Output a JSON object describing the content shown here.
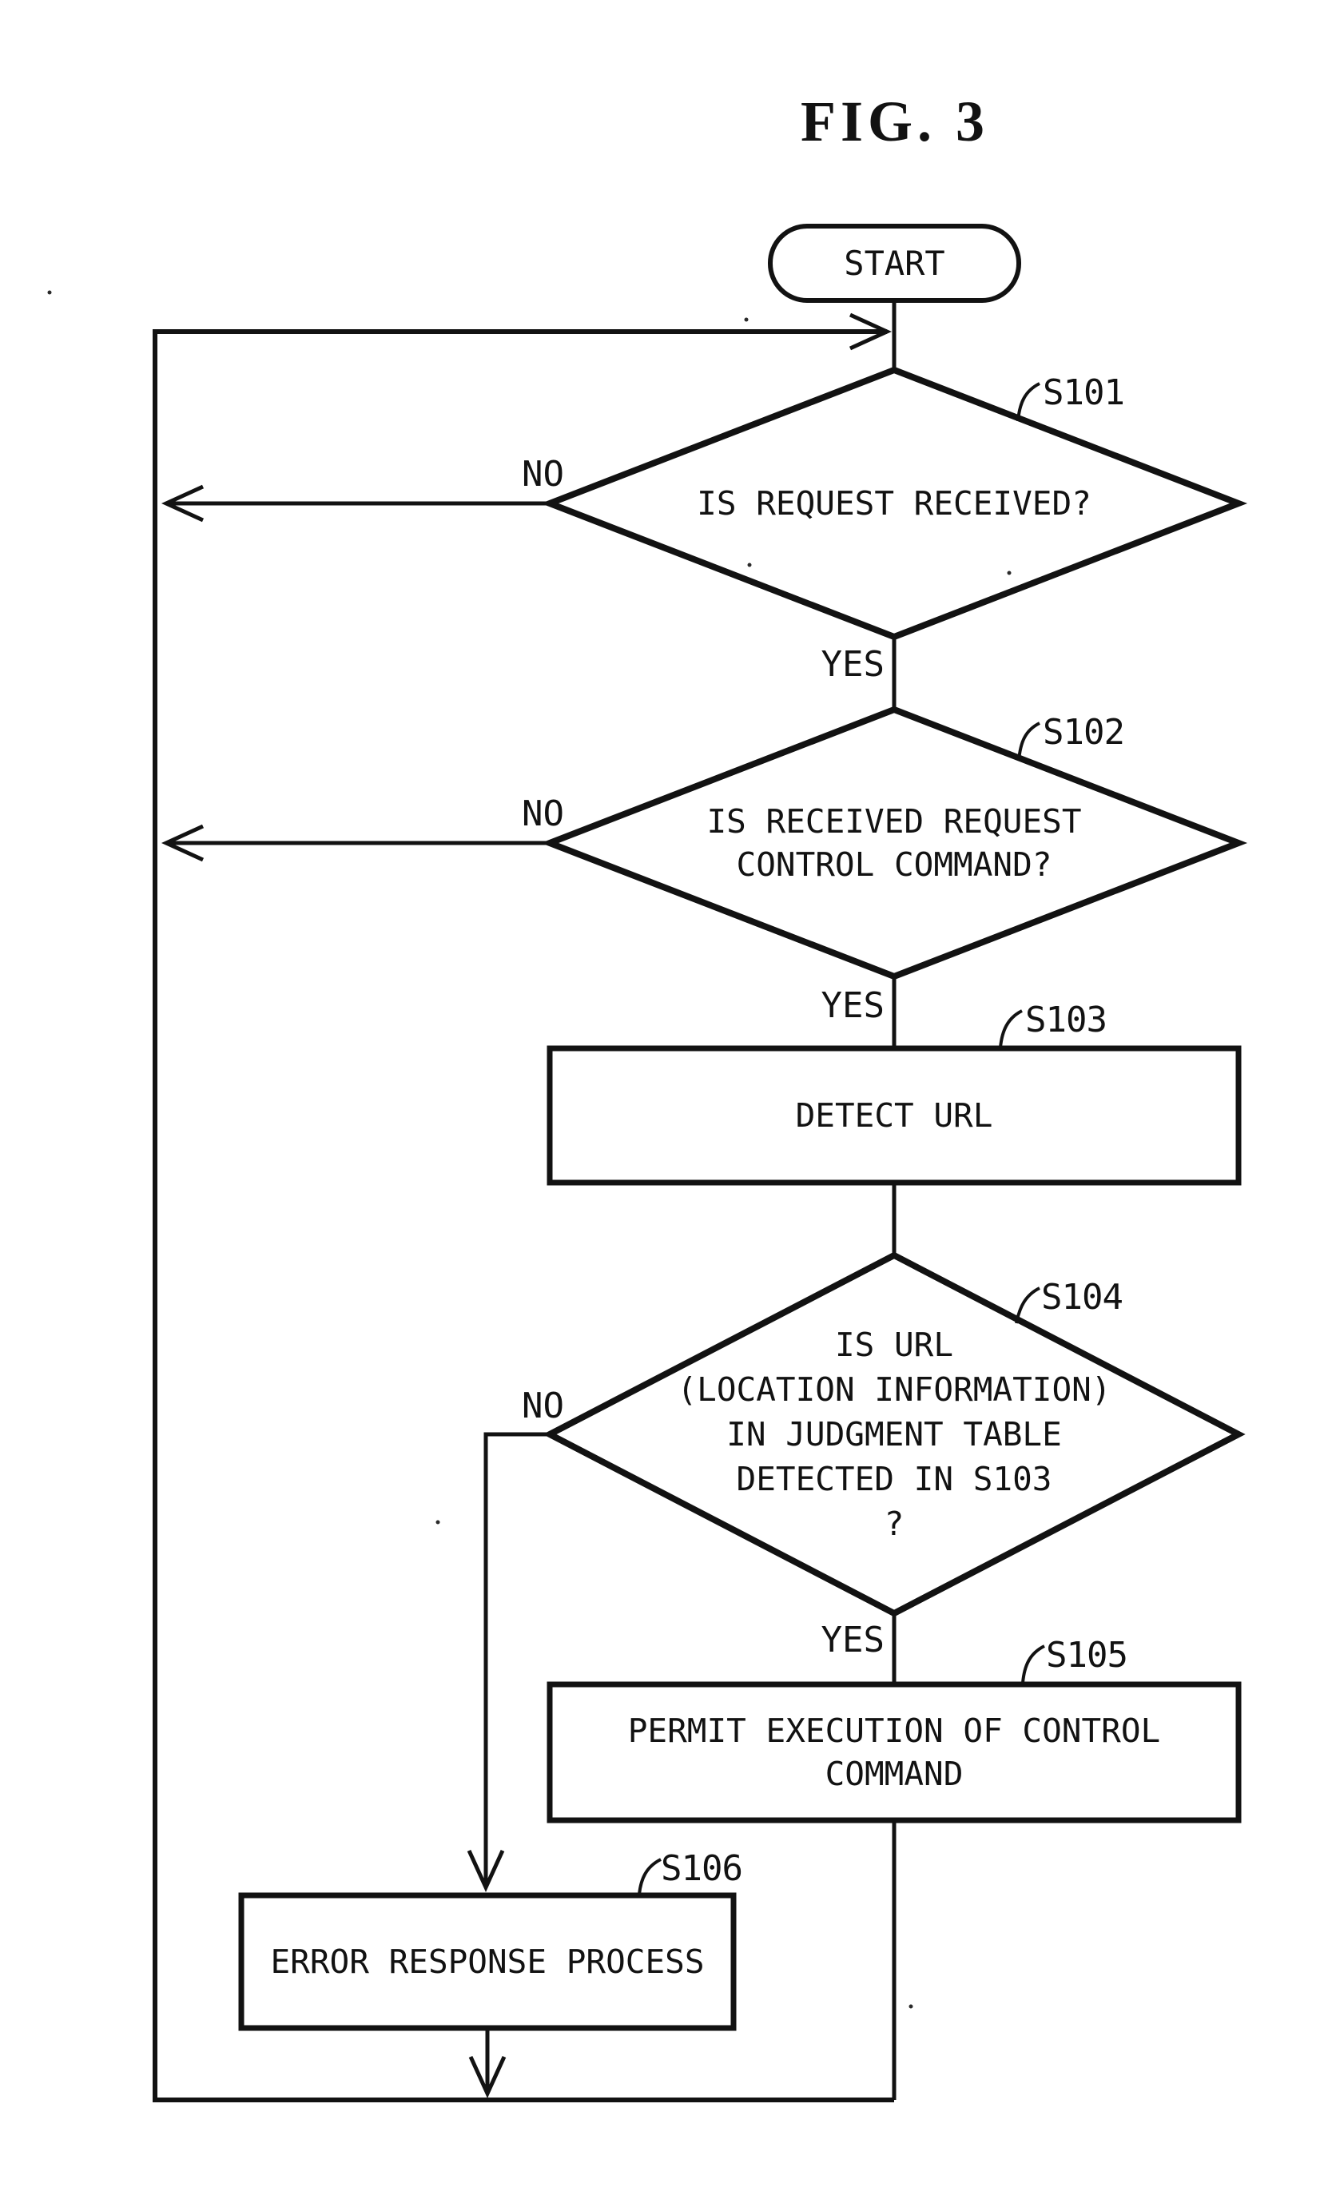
{
  "figure_title": "FIG. 3",
  "terminator": {
    "label": "START"
  },
  "nodes": {
    "s101": {
      "id": "S101",
      "type": "decision",
      "lines": [
        "IS REQUEST RECEIVED?"
      ]
    },
    "s102": {
      "id": "S102",
      "type": "decision",
      "lines": [
        "IS RECEIVED REQUEST",
        "CONTROL COMMAND?"
      ]
    },
    "s103": {
      "id": "S103",
      "type": "process",
      "lines": [
        "DETECT URL"
      ]
    },
    "s104": {
      "id": "S104",
      "type": "decision",
      "lines": [
        "IS URL",
        "(LOCATION INFORMATION)",
        "IN JUDGMENT TABLE",
        "DETECTED IN S103",
        "?"
      ]
    },
    "s105": {
      "id": "S105",
      "type": "process",
      "lines": [
        "PERMIT EXECUTION OF CONTROL",
        "COMMAND"
      ]
    },
    "s106": {
      "id": "S106",
      "type": "process",
      "lines": [
        "ERROR RESPONSE PROCESS"
      ]
    }
  },
  "branches": {
    "yes": "YES",
    "no": "NO"
  },
  "colors": {
    "ink": "#121212",
    "paper": "#ffffff"
  }
}
